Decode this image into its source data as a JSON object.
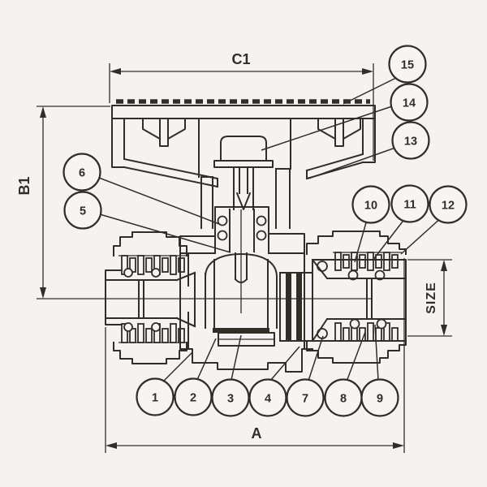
{
  "drawing_type": "ball-valve-cross-section-technical-drawing",
  "colors": {
    "background": "#f4f3f1",
    "line": "#332d28"
  },
  "dimensions": {
    "c1": {
      "label": "C1"
    },
    "b1": {
      "label": "B1"
    },
    "a": {
      "label": "A"
    },
    "size": {
      "label": "SIZE"
    }
  },
  "callouts": [
    {
      "label": "1"
    },
    {
      "label": "2"
    },
    {
      "label": "3"
    },
    {
      "label": "4"
    },
    {
      "label": "5"
    },
    {
      "label": "6"
    },
    {
      "label": "7"
    },
    {
      "label": "8"
    },
    {
      "label": "9"
    },
    {
      "label": "10"
    },
    {
      "label": "11"
    },
    {
      "label": "12"
    },
    {
      "label": "13"
    },
    {
      "label": "14"
    },
    {
      "label": "15"
    }
  ]
}
